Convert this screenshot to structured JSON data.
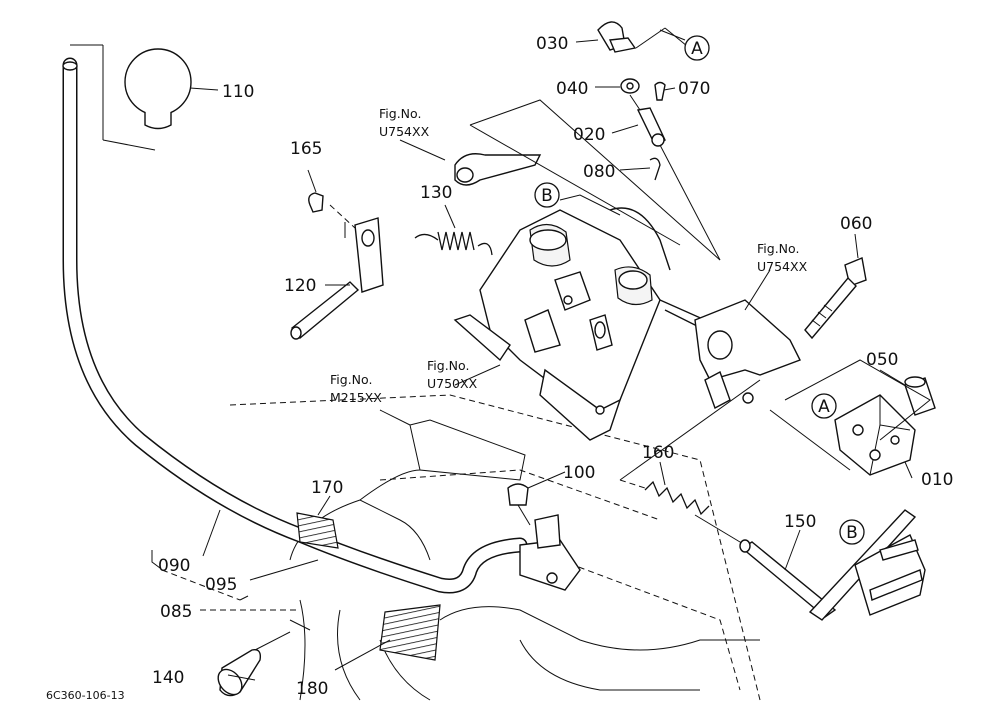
{
  "callouts": {
    "c030": "030",
    "c040": "040",
    "c070": "070",
    "c020": "020",
    "c080": "080",
    "c110": "110",
    "c165": "165",
    "c130": "130",
    "c120": "120",
    "c060": "060",
    "c050": "050",
    "c010": "010",
    "c160": "160",
    "c100": "100",
    "c170": "170",
    "c150": "150",
    "c090": "090",
    "c095": "095",
    "c085": "085",
    "c140": "140",
    "c180": "180"
  },
  "circle_refs": {
    "a_top": "A",
    "b_mid": "B",
    "a_block": "A",
    "b_lever": "B"
  },
  "figure_refs": {
    "fig_label": "Fig.No.",
    "ref1": "U754XX",
    "ref2": "U754XX",
    "ref3": "U750XX",
    "ref4": "M215XX"
  },
  "footer": {
    "drawing_id": "6C360-106-13"
  }
}
